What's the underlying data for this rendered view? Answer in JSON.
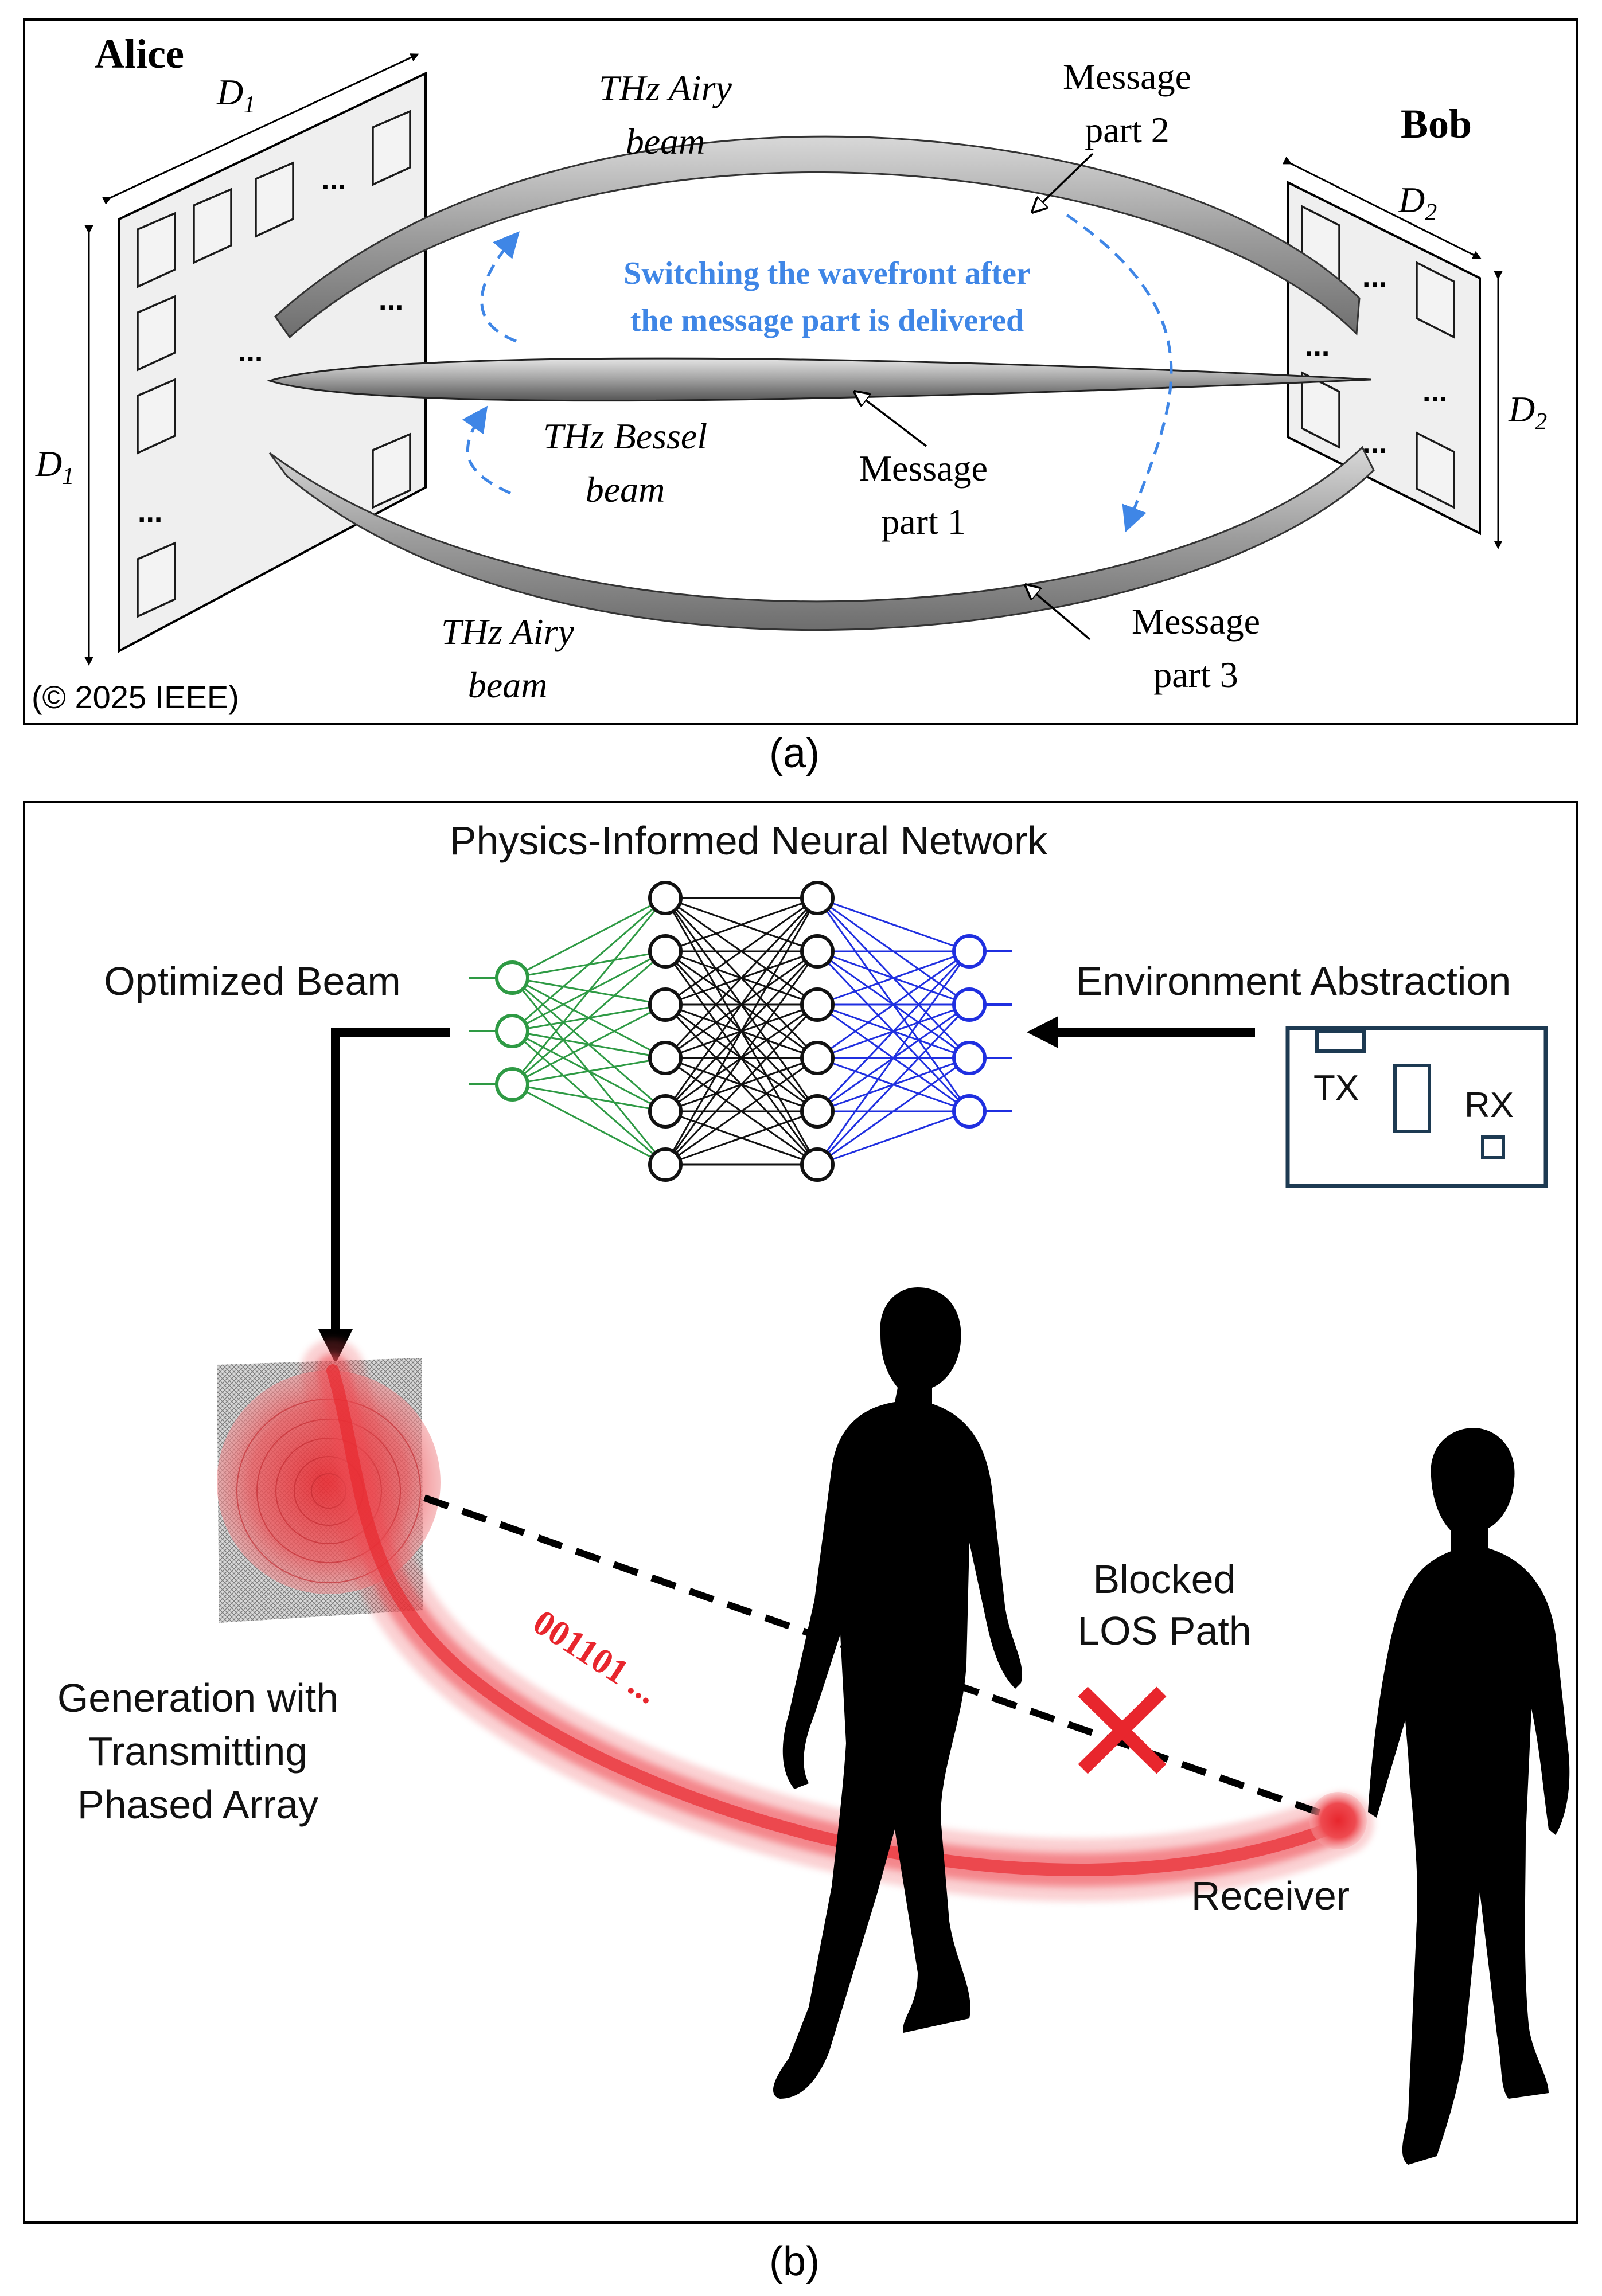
{
  "panel_a": {
    "caption": "(a)",
    "copyright": "(© 2025 IEEE)",
    "alice": "Alice",
    "bob": "Bob",
    "d1": "D",
    "d1_sub": "1",
    "d2": "D",
    "d2_sub": "2",
    "dots": "...",
    "airy_top_1": "THz Airy",
    "airy_top_2": "beam",
    "bessel_1": "THz Bessel",
    "bessel_2": "beam",
    "airy_bottom_1": "THz Airy",
    "airy_bottom_2": "beam",
    "msg2_1": "Message",
    "msg2_2": "part 2",
    "msg1_1": "Message",
    "msg1_2": "part 1",
    "msg3_1": "Message",
    "msg3_2": "part 3",
    "switch_1": "Switching the wavefront after",
    "switch_2": "the message part is delivered",
    "switch_color": "#3f86e6"
  },
  "panel_b": {
    "caption": "(b)",
    "pinn_title": "Physics-Informed Neural Network",
    "optimized_beam": "Optimized Beam",
    "environment": "Environment Abstraction",
    "tx": "TX",
    "rx": "RX",
    "blocked_1": "Blocked",
    "blocked_2": "LOS Path",
    "bits": "001101 ...",
    "gen_1": "Generation with",
    "gen_2": "Transmitting",
    "gen_3": "Phased Array",
    "receiver": "Receiver",
    "colors": {
      "input_layer": "#2e9a44",
      "hidden_layer": "#111111",
      "output_layer": "#1f2fe0",
      "beam": "#e8262d",
      "env_box": "#1d3a52",
      "cross": "#e8262d"
    }
  }
}
